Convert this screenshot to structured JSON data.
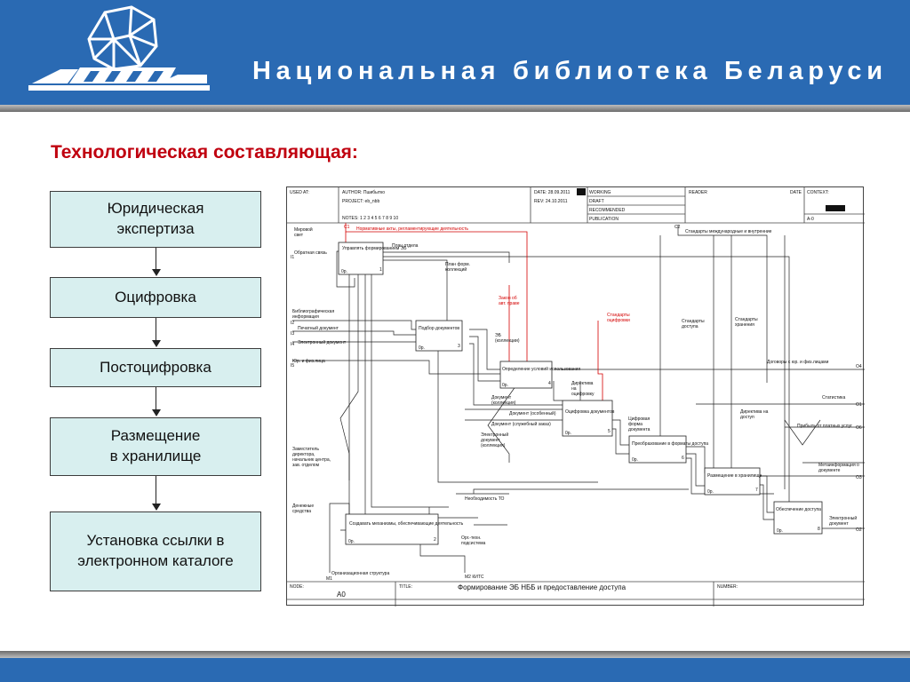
{
  "header": {
    "library_name": "Национальная библиотека Беларуси"
  },
  "section_title": "Технологическая составляющая:",
  "steps": [
    {
      "label": "Юридическая\nэкспертиза"
    },
    {
      "label": "Оцифровка"
    },
    {
      "label": "Постоцифровка"
    },
    {
      "label": "Размещение\nв хранилище"
    },
    {
      "label": "Установка ссылки в\nэлектронном каталоге"
    }
  ],
  "idef": {
    "used_at": "USED AT:",
    "author": "AUTHOR: Пшибытко",
    "project": "PROJECT: eb_nbb",
    "date": "DATE: 28.09.2011",
    "rev": "REV:  24.10.2011",
    "notes": "NOTES: 1 2 3 4 5 6 7 8 9 10",
    "working": "WORKING",
    "draft": "DRAFT",
    "recommended": "RECOMMENDED",
    "publication": "PUBLICATION",
    "reader": "READER",
    "reader_date": "DATE",
    "context": "CONTEXT:",
    "context_node": "A-0",
    "node_label": "NODE:",
    "node_value": "A0",
    "title_label": "TITLE:",
    "title_value": "Формирование ЭБ НББ и  предоставление доступа",
    "number_label": "NUMBER:",
    "boxes": [
      {
        "label": "Управлять формированием ЭБ",
        "num": "1",
        "op": "0р."
      },
      {
        "label": "Подбор документов",
        "num": "3",
        "op": "0р."
      },
      {
        "label": "Определение условий использования",
        "num": "4",
        "op": "0р."
      },
      {
        "label": "Оцифровка документов",
        "num": "5",
        "op": "0р."
      },
      {
        "label": "Преобразование в форматы доступа",
        "num": "6",
        "op": "0р."
      },
      {
        "label": "Размещение в хранилище",
        "num": "7",
        "op": "0р."
      },
      {
        "label": "Обеспечение доступа",
        "num": "8",
        "op": "0р."
      },
      {
        "label": "Создавать механизмы, обеспечивающие деятельность",
        "num": "2",
        "op": "0р."
      }
    ],
    "labels": {
      "c1": "C1",
      "c2": "C2",
      "c1_text": "Нормативные акты, регламентирующие деятельность",
      "c2_text": "Стандарты международные и внутренние",
      "mirovoy": "Мировой\nсвет",
      "obr_svyaz": "Обратная связь",
      "plan_otdela": "План отдела",
      "plan_form": "План форм.\nколлекций",
      "zakon": "Закон об\nавт. праве",
      "std_ocifr": "Стандарты\nоцифровки",
      "std_dostupa": "Стандарты\nдоступа",
      "std_hraneniya": "Стандарты\nхранения",
      "bibl_info": "Библиографическая\nинформация",
      "pechatny": "Печатный документ",
      "elektronny": "Электронный документ",
      "yur_lica": "Юр. и физ.лица",
      "eb_coll": "ЭБ\n(коллекции)",
      "dokument_coll": "Документ\n(коллекция)",
      "dokument_osob": "Документ (особенный)",
      "dokument_sluzh": "Документ (служебный заказ)",
      "elektr_doc_coll": "Электронный\nдокумент\n(коллекция)",
      "direktiva": "Директива\nна\nоцифровку",
      "cifr_forma": "Цифровая\nформа\nдокумента",
      "zamestitel": "Заместитель\nдиректора,\nначальник центра,\nзав. отделом",
      "neobh_to": "Необходимость ТО",
      "denezhnye": "Денежные\nсредства",
      "org_tech": "Орг.-техн.\nподсистема",
      "org_struct": "Организационная структура",
      "m1": "M1",
      "m2": "M2 КИТС",
      "dogovor": "Договоры с юр. и физ.лицами",
      "statistika": "Статистика",
      "direktiva_dostup": "Директива на\nдоступ",
      "pribyl": "Прибыль от платных услуг",
      "metainfo": "Метаинформация о\nдокументе",
      "elektr_doc": "Электронный\nдокумент",
      "o1": "O1",
      "o2": "O2",
      "o3": "O3",
      "o4": "O4",
      "o6": "O6",
      "i1": "I1",
      "i2": "I2",
      "i3": "I3",
      "i4": "I4",
      "i5": "I5"
    }
  }
}
